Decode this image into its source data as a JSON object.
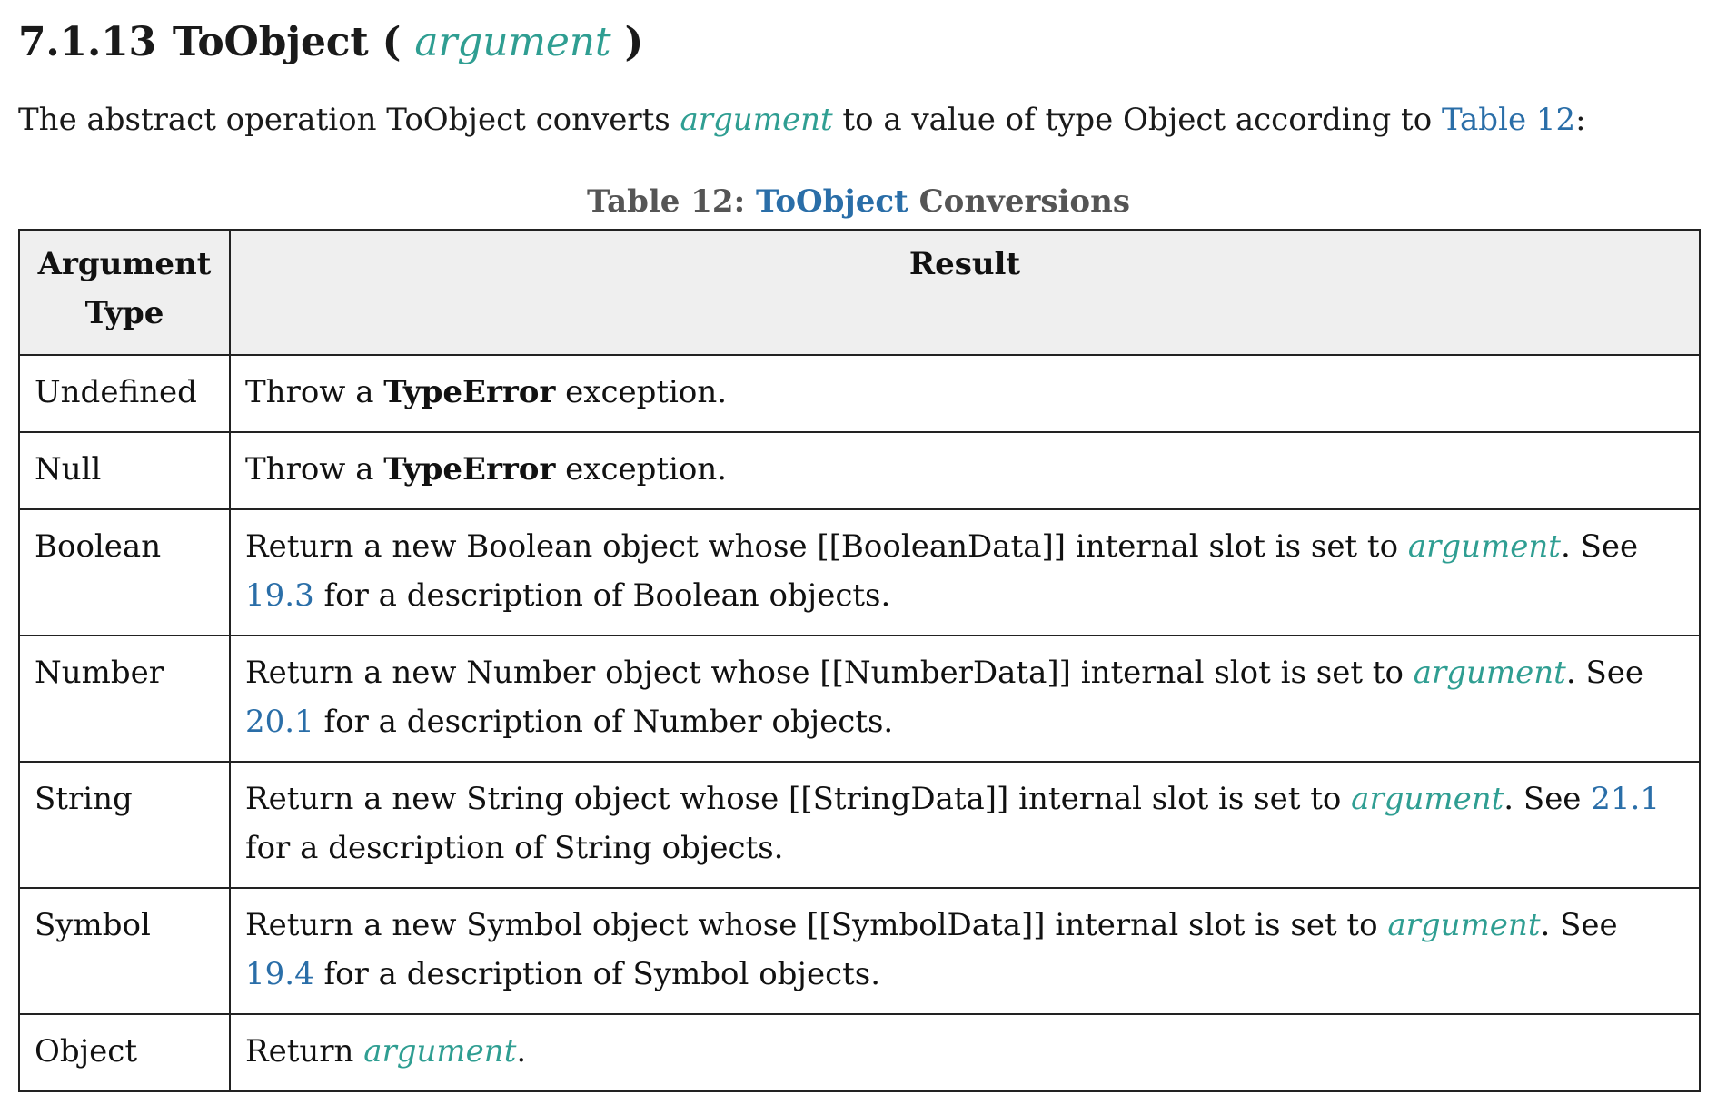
{
  "heading": {
    "section_number": "7.1.13",
    "name": "ToObject",
    "open_paren": "(",
    "param": "argument",
    "close_paren": ")"
  },
  "intro": {
    "part1": "The abstract operation ToObject converts ",
    "var": "argument",
    "part2": " to a value of type Object according to ",
    "link": "Table 12",
    "part3": ":"
  },
  "caption": {
    "prefix": "Table 12: ",
    "link": "ToObject",
    "suffix": " Conversions"
  },
  "table": {
    "headers": [
      "Argument Type",
      "Result"
    ],
    "rows": [
      {
        "type": "Undefined",
        "r1": "Throw a ",
        "bold": "TypeError",
        "r2": " exception."
      },
      {
        "type": "Null",
        "r1": "Throw a ",
        "bold": "TypeError",
        "r2": " exception."
      },
      {
        "type": "Boolean",
        "r1": "Return a new Boolean object whose [[BooleanData]] internal slot is set to ",
        "var": "argument",
        "r2": ". See ",
        "link": "19.3",
        "r3": " for a description of Boolean objects."
      },
      {
        "type": "Number",
        "r1": "Return a new Number object whose [[NumberData]] internal slot is set to ",
        "var": "argument",
        "r2": ". See ",
        "link": "20.1",
        "r3": " for a description of Number objects."
      },
      {
        "type": "String",
        "r1": "Return a new String object whose [[StringData]] internal slot is set to ",
        "var": "argument",
        "r2": ". See ",
        "link": "21.1",
        "r3": " for a description of String objects."
      },
      {
        "type": "Symbol",
        "r1": "Return a new Symbol object whose [[SymbolData]] internal slot is set to ",
        "var": "argument",
        "r2": ". See ",
        "link": "19.4",
        "r3": " for a description of Symbol objects."
      },
      {
        "type": "Object",
        "r1": "Return ",
        "var": "argument",
        "r2": "."
      }
    ]
  },
  "colors": {
    "variable": "#2f9e92",
    "link": "#2a6ea8",
    "caption": "#555555",
    "header_bg": "#efefef"
  }
}
